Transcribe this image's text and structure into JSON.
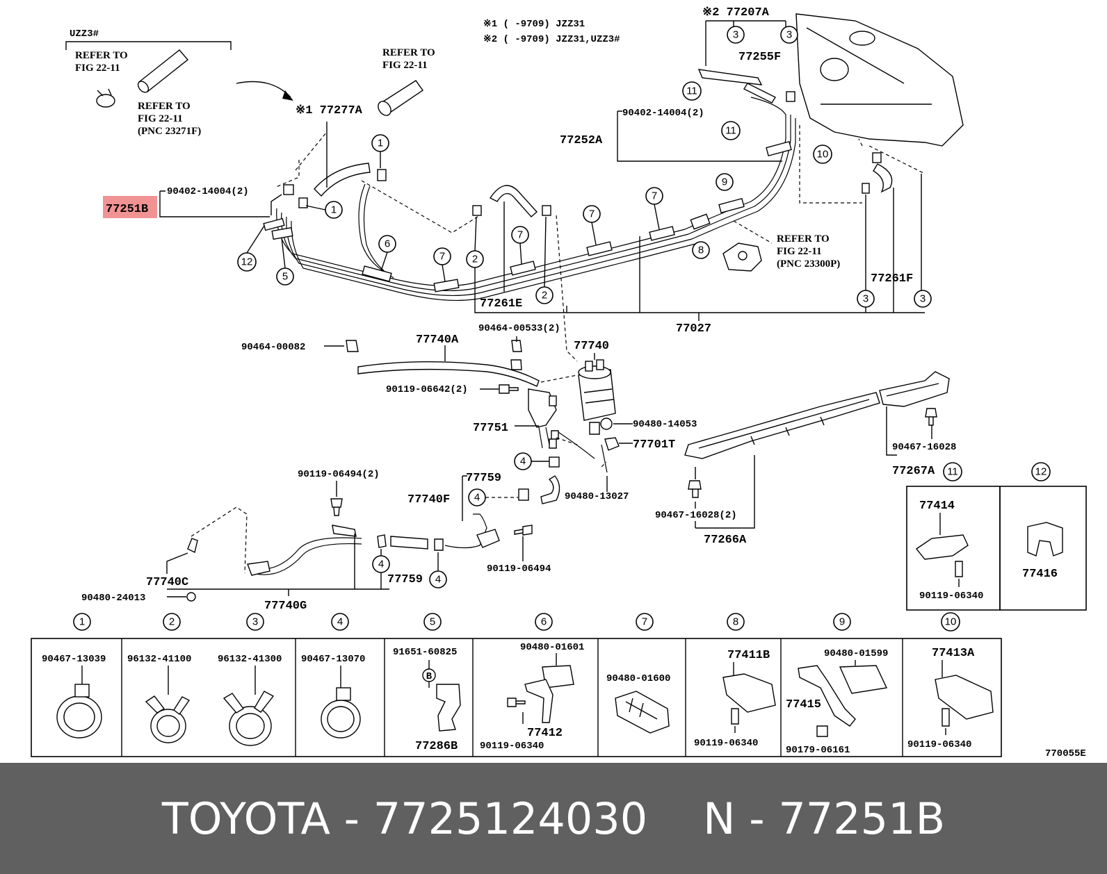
{
  "notes": {
    "note1": "※1 (    -9709) JZZ31",
    "note2": "※2 (    -9709) JZZ31,UZZ3#"
  },
  "highlight_color": "#f08080",
  "labels": {
    "uzz3": "UZZ3#",
    "refer1a": "REFER TO",
    "refer1b": "FIG 22-11",
    "refer2a": "REFER TO",
    "refer2b": "FIG 22-11",
    "refer2c": "(PNC 23271F)",
    "refer3a": "REFER TO",
    "refer3b": "FIG 22-11",
    "refer4a": "REFER TO",
    "refer4b": "FIG 22-11",
    "refer4c": "(PNC 23300P)",
    "p77277a": "※1 77277A",
    "p77207a": "※2 77207A",
    "p77255f": "77255F",
    "p90402a": "90402-14004(2)",
    "p90402b": "90402-14004(2)",
    "p77252a": "77252A",
    "p77251b": "77251B",
    "p77261e": "77261E",
    "p77261f": "77261F",
    "p77027": "77027",
    "p90464a": "90464-00082",
    "p77740a": "77740A",
    "p90464b": "90464-00533(2)",
    "p77740": "77740",
    "p90119a": "90119-06642(2)",
    "p90480a": "90480-14053",
    "p77751": "77751",
    "p77701t": "77701T",
    "p90119b": "90119-06494(2)",
    "p77759a": "77759",
    "p77740f": "77740F",
    "p90480b": "90480-13027",
    "p90119c": "90119-06494",
    "p77740c": "77740C",
    "p77759b": "77759",
    "p90480c": "90480-24013",
    "p77740g": "77740G",
    "p90467a": "90467-16028",
    "p77267a": "77267A",
    "p90467b": "90467-16028(2)",
    "p77266a": "77266A",
    "ref_code": "770055E"
  },
  "legend_top": [
    {
      "num": "11",
      "part": "77414",
      "bolt": "90119-06340"
    },
    {
      "num": "12",
      "part": "77416",
      "bolt": ""
    }
  ],
  "legend": [
    {
      "num": "1",
      "parts": [
        "90467-13039"
      ]
    },
    {
      "num": "2",
      "parts": [
        "96132-41100"
      ]
    },
    {
      "num": "3",
      "parts": [
        "96132-41300"
      ]
    },
    {
      "num": "4",
      "parts": [
        "90467-13070"
      ]
    },
    {
      "num": "5",
      "parts": [
        "91651-60825",
        "B",
        "77286B"
      ]
    },
    {
      "num": "6",
      "parts": [
        "90480-01601",
        "77412",
        "90119-06340"
      ]
    },
    {
      "num": "7",
      "parts": [
        "90480-01600"
      ]
    },
    {
      "num": "8",
      "parts": [
        "77411B",
        "90119-06340"
      ]
    },
    {
      "num": "9",
      "parts": [
        "90480-01599",
        "77415",
        "90179-06161"
      ]
    },
    {
      "num": "10",
      "parts": [
        "77413A",
        "90119-06340"
      ]
    }
  ],
  "footer": {
    "brand_part": "TOYOTA - 7725124030",
    "ref": "N - 77251B"
  }
}
